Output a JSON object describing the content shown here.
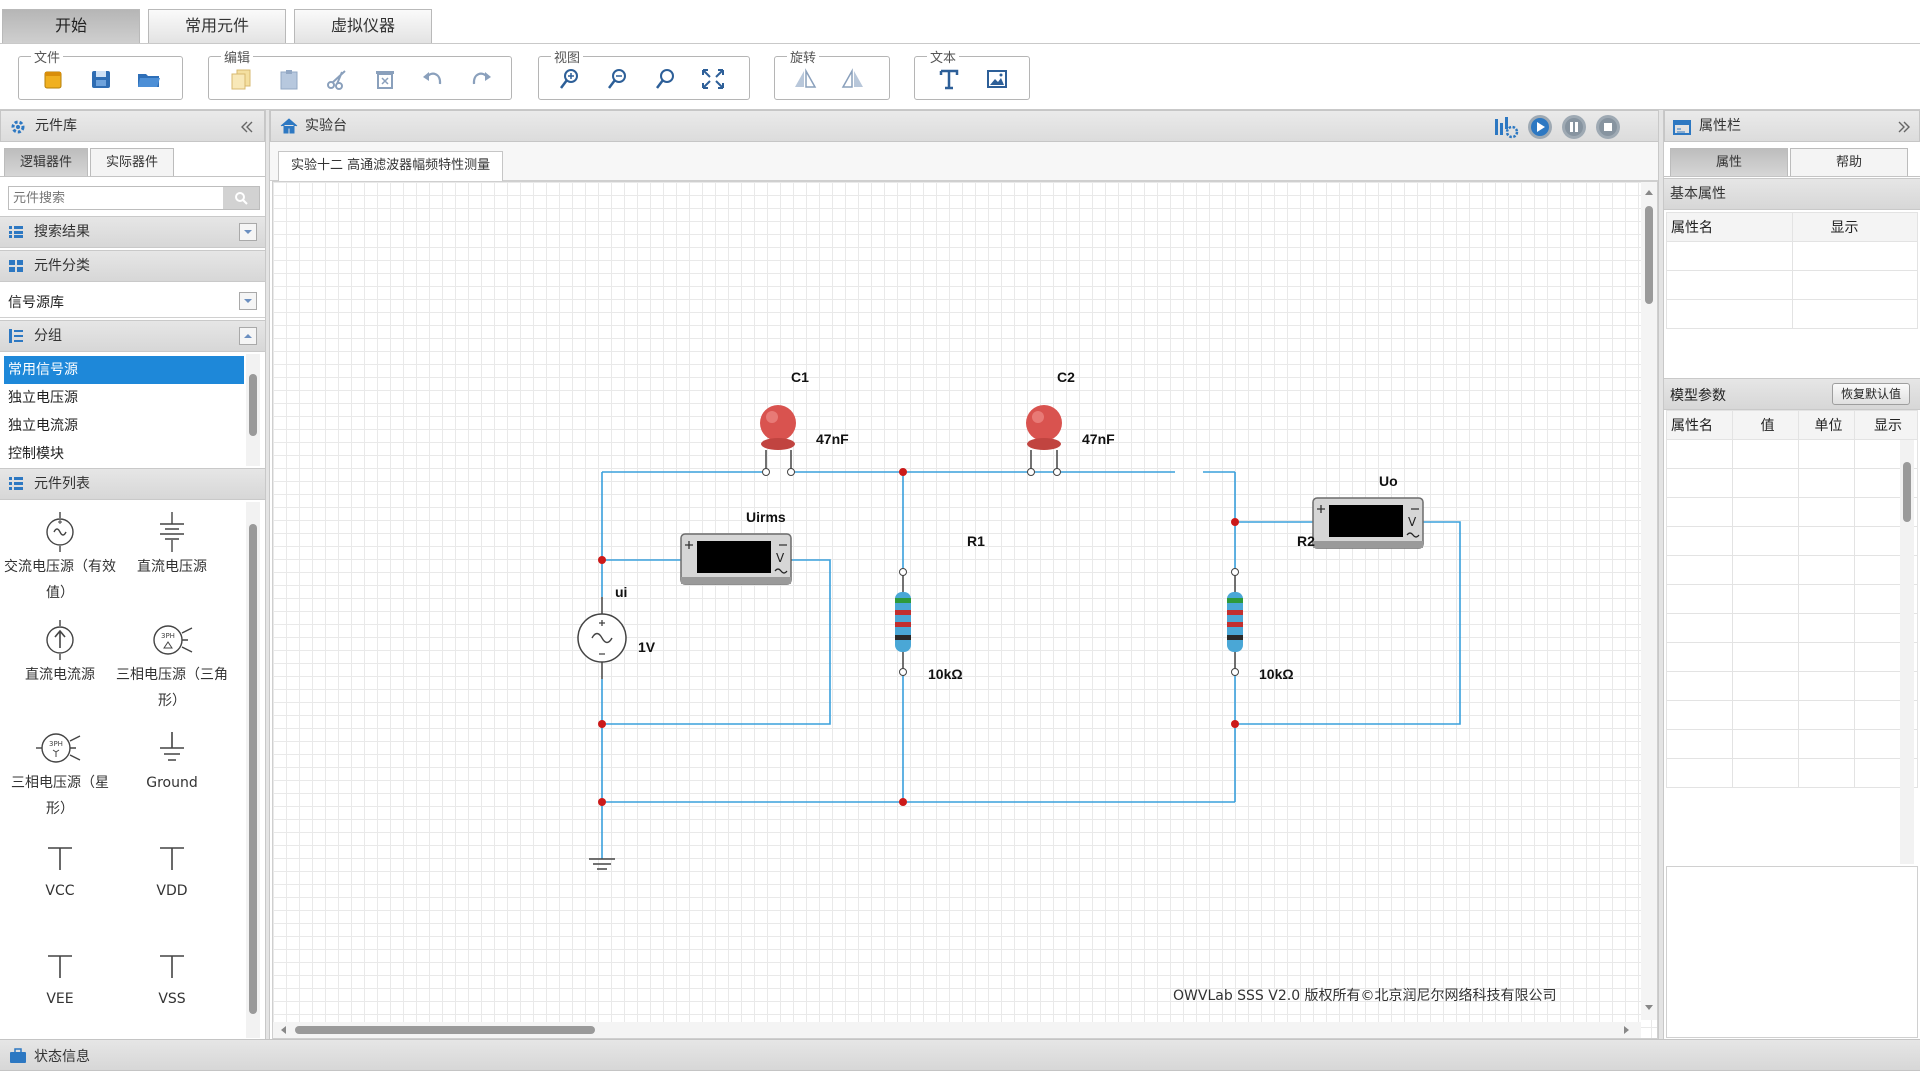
{
  "top_tabs": [
    {
      "label": "开始",
      "active": true
    },
    {
      "label": "常用元件",
      "active": false
    },
    {
      "label": "虚拟仪器",
      "active": false
    }
  ],
  "ribbon": {
    "file": {
      "title": "文件",
      "buttons": [
        "new-file-icon",
        "save-icon",
        "open-folder-icon"
      ]
    },
    "edit": {
      "title": "编辑",
      "buttons": [
        "copy-icon",
        "paste-icon",
        "cut-icon",
        "delete-icon",
        "undo-icon",
        "redo-icon"
      ]
    },
    "view": {
      "title": "视图",
      "buttons": [
        "zoom-in-icon",
        "zoom-out-icon",
        "zoom-reset-icon",
        "fit-screen-icon"
      ]
    },
    "rotate": {
      "title": "旋转",
      "buttons": [
        "flip-horizontal-icon",
        "flip-vertical-icon"
      ]
    },
    "text": {
      "title": "文本",
      "buttons": [
        "text-tool-icon",
        "image-tool-icon"
      ]
    }
  },
  "library": {
    "title": "元件库",
    "tabs": [
      {
        "label": "逻辑器件",
        "active": true
      },
      {
        "label": "实际器件",
        "active": false
      }
    ],
    "search_placeholder": "元件搜索",
    "search_results_label": "搜索结果",
    "category_label": "元件分类",
    "category_value": "信号源库",
    "group_label": "分组",
    "groups": [
      {
        "label": "常用信号源",
        "selected": true
      },
      {
        "label": "独立电压源",
        "selected": false
      },
      {
        "label": "独立电流源",
        "selected": false
      },
      {
        "label": "控制模块",
        "selected": false
      }
    ],
    "component_list_label": "元件列表",
    "components": [
      {
        "label": "交流电压源（有效值）",
        "icon": "ac-voltage-source-icon"
      },
      {
        "label": "直流电压源",
        "icon": "dc-voltage-source-icon"
      },
      {
        "label": "直流电流源",
        "icon": "dc-current-source-icon"
      },
      {
        "label": "三相电压源（三角形）",
        "icon": "three-phase-delta-icon"
      },
      {
        "label": "三相电压源（星形）",
        "icon": "three-phase-star-icon"
      },
      {
        "label": "Ground",
        "icon": "ground-icon"
      },
      {
        "label": "VCC",
        "icon": "vcc-icon"
      },
      {
        "label": "VDD",
        "icon": "vdd-icon"
      },
      {
        "label": "VEE",
        "icon": "vee-icon"
      },
      {
        "label": "VSS",
        "icon": "vss-icon"
      }
    ]
  },
  "workbench": {
    "title": "实验台",
    "doc_tab": "实验十二 高通滤波器幅频特性测量",
    "controls": [
      "settings-icon",
      "play-icon",
      "pause-icon",
      "stop-icon"
    ],
    "copyright": "OWVLab SSS V2.0 版权所有©北京润尼尔网络科技有限公司"
  },
  "circuit": {
    "labels": {
      "c1": "C1",
      "c1_val": "47nF",
      "c2": "C2",
      "c2_val": "47nF",
      "r1": "R1",
      "r1_val": "10kΩ",
      "r2": "R2",
      "r2_val": "10kΩ",
      "source": "ui",
      "source_val": "1V",
      "meter_in": "Uirms",
      "meter_out": "Uo",
      "meter_unit": "V"
    },
    "wire_color": "#3aa0dc",
    "node_color": "#cc1a1a"
  },
  "properties": {
    "title": "属性栏",
    "tabs": [
      {
        "label": "属性",
        "active": true
      },
      {
        "label": "帮助",
        "active": false
      }
    ],
    "basic_title": "基本属性",
    "basic_columns": [
      "属性名",
      "显示"
    ],
    "model_title": "模型参数",
    "restore_button": "恢复默认值",
    "model_columns": [
      "属性名",
      "值",
      "单位",
      "显示"
    ]
  },
  "status_bar": {
    "label": "状态信息"
  }
}
